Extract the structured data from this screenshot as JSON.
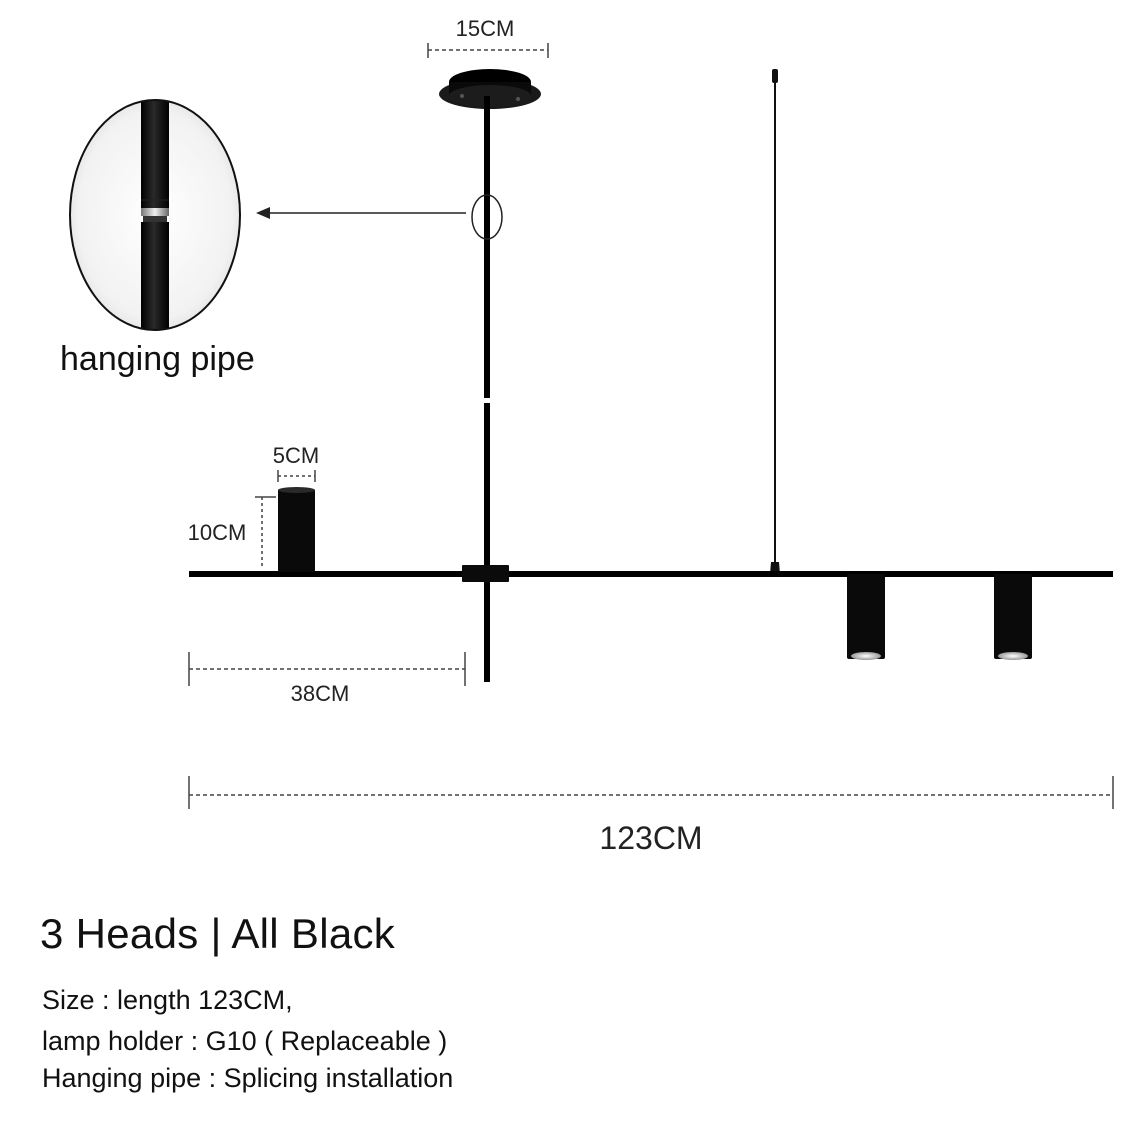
{
  "dimensions": {
    "canopy_width": "15CM",
    "head_width": "5CM",
    "head_height": "10CM",
    "arm_length": "38CM",
    "total_length": "123CM"
  },
  "detail_label": "hanging pipe",
  "title": "3 Heads | All Black",
  "specs": [
    "Size : length 123CM,",
    "lamp holder : G10 ( Replaceable )",
    "Hanging pipe : Splicing installation"
  ],
  "colors": {
    "fixture": "#111111",
    "dimension_line": "#444444",
    "background": "#ffffff"
  }
}
